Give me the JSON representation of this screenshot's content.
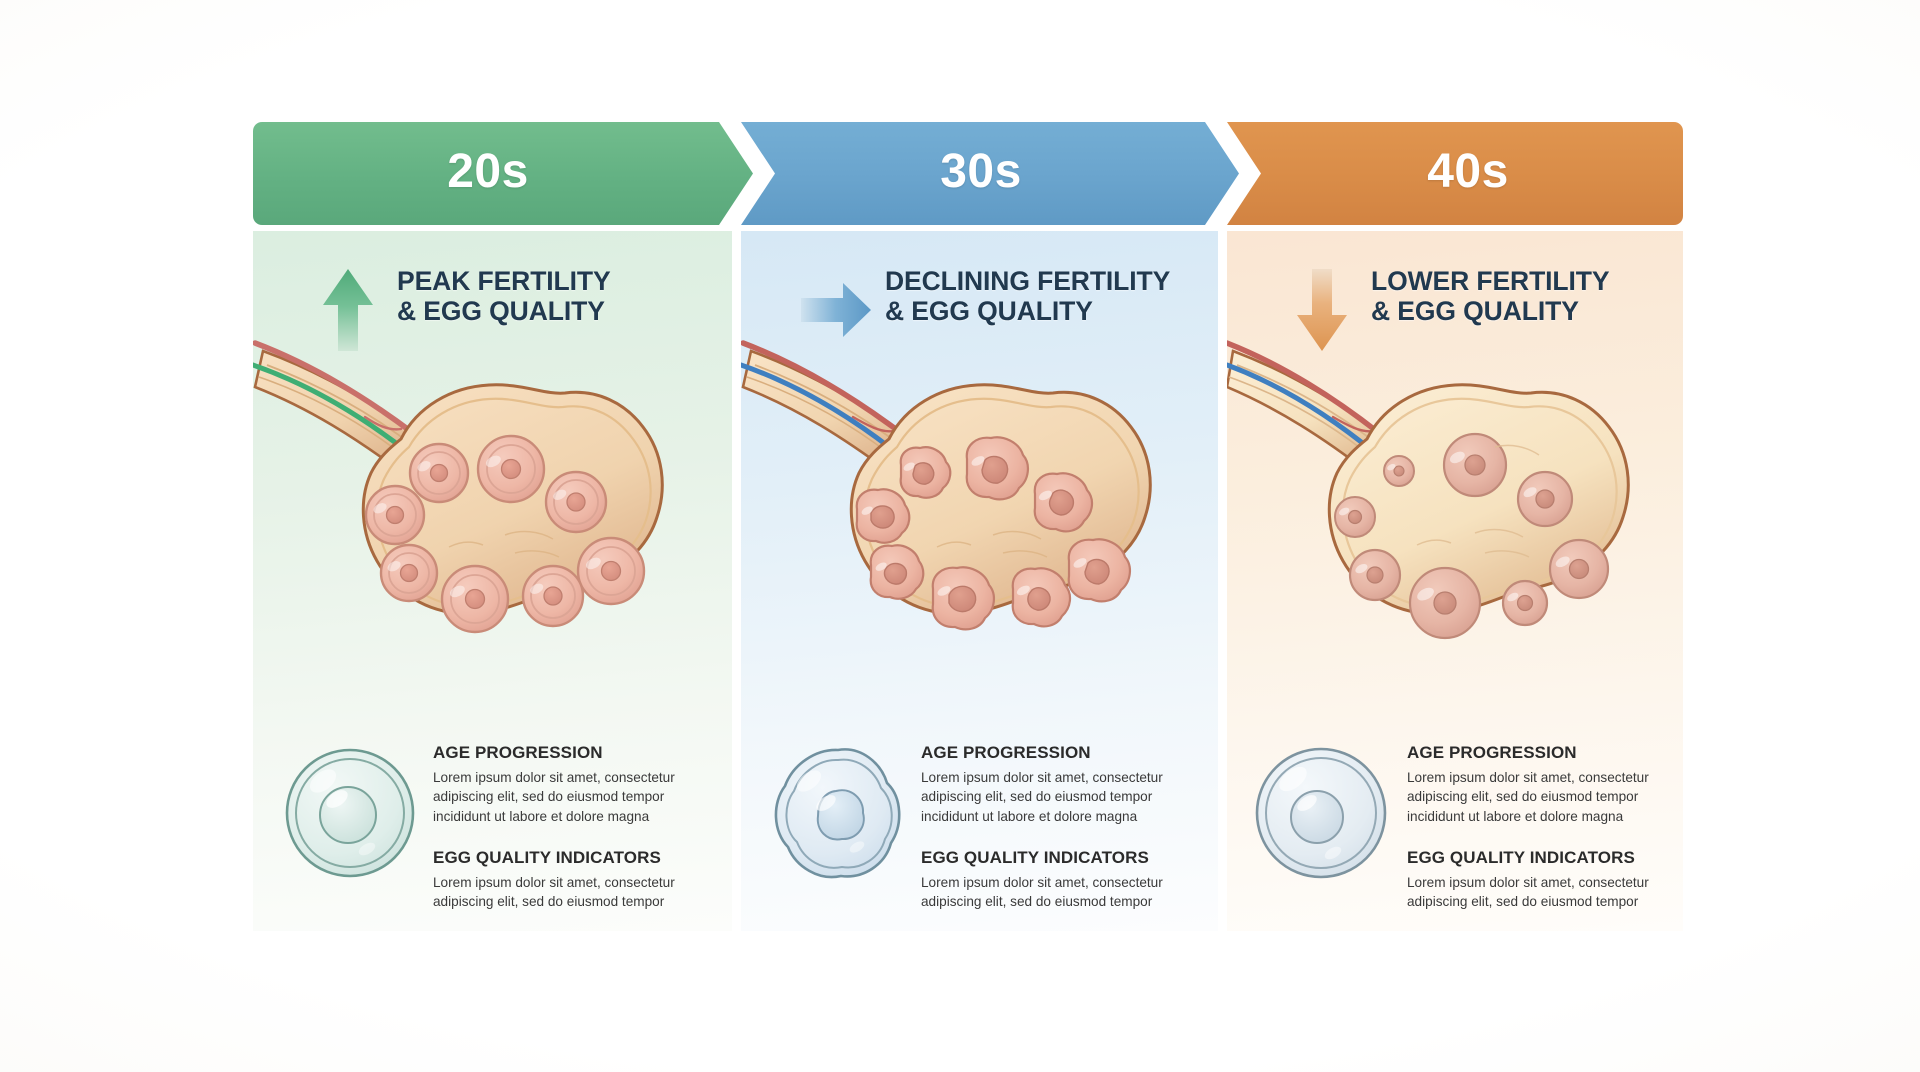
{
  "infographic": {
    "background_color": "#fbfaf7",
    "heading_text_color": "#21394f"
  },
  "stages": [
    {
      "id": "twenties",
      "header_label": "20s",
      "header_color": "#63b183",
      "panel_tint": "#dbeee0",
      "arrow_icon": "arrow-up-icon",
      "arrow_direction": "up",
      "arrow_color": "#5cb185",
      "subtitle_line1": "PEAK FERTILITY",
      "subtitle_line2": "& EGG QUALITY",
      "ovary_vessel_color": "#3fae74",
      "follicle_count": 8,
      "follicle_style": "round-plump",
      "egg_icon": "egg-cell-icon",
      "egg_color": "#7fa89e",
      "egg_style": "smooth-round",
      "sections": [
        {
          "heading": "AGE PROGRESSION",
          "body": "Lorem ipsum dolor sit amet, consectetur adipiscing elit, sed do eiusmod tempor incididunt ut labore et dolore magna"
        },
        {
          "heading": "EGG QUALITY INDICATORS",
          "body": "Lorem ipsum dolor sit amet, consectetur adipiscing elit, sed do eiusmod tempor"
        }
      ]
    },
    {
      "id": "thirties",
      "header_label": "30s",
      "header_color": "#6aa4cd",
      "panel_tint": "#d6e8f5",
      "arrow_icon": "arrow-right-icon",
      "arrow_direction": "right",
      "arrow_color": "#6aa4cd",
      "subtitle_line1": "DECLINING FERTILITY",
      "subtitle_line2": "& EGG QUALITY",
      "ovary_vessel_color": "#3f7fc0",
      "follicle_count": 8,
      "follicle_style": "irregular-lobed",
      "egg_icon": "egg-cell-icon",
      "egg_color": "#7a9bb4",
      "egg_style": "wavy-irregular",
      "sections": [
        {
          "heading": "AGE PROGRESSION",
          "body": "Lorem ipsum dolor sit amet, consectetur adipiscing elit, sed do eiusmod tempor incididunt ut labore et dolore magna"
        },
        {
          "heading": "EGG QUALITY INDICATORS",
          "body": "Lorem ipsum dolor sit amet, consectetur adipiscing elit, sed do eiusmod tempor"
        }
      ]
    },
    {
      "id": "forties",
      "header_label": "40s",
      "header_color": "#d98c48",
      "panel_tint": "#fae6d3",
      "arrow_icon": "arrow-down-icon",
      "arrow_direction": "down",
      "arrow_color": "#df9a58",
      "subtitle_line1": "LOWER FERTILITY",
      "subtitle_line2": "& EGG QUALITY",
      "ovary_vessel_color": "#3f7fc0",
      "follicle_count": 8,
      "follicle_style": "small-sparse",
      "egg_icon": "egg-cell-icon",
      "egg_color": "#8ba4b5",
      "egg_style": "smooth-round-pale",
      "sections": [
        {
          "heading": "AGE PROGRESSION",
          "body": "Lorem ipsum dolor sit amet, consectetur adipiscing elit, sed do eiusmod tempor incididunt ut labore et dolore magna"
        },
        {
          "heading": "EGG QUALITY INDICATORS",
          "body": "Lorem ipsum dolor sit amet, consectetur adipiscing elit, sed do eiusmod tempor"
        }
      ]
    }
  ]
}
